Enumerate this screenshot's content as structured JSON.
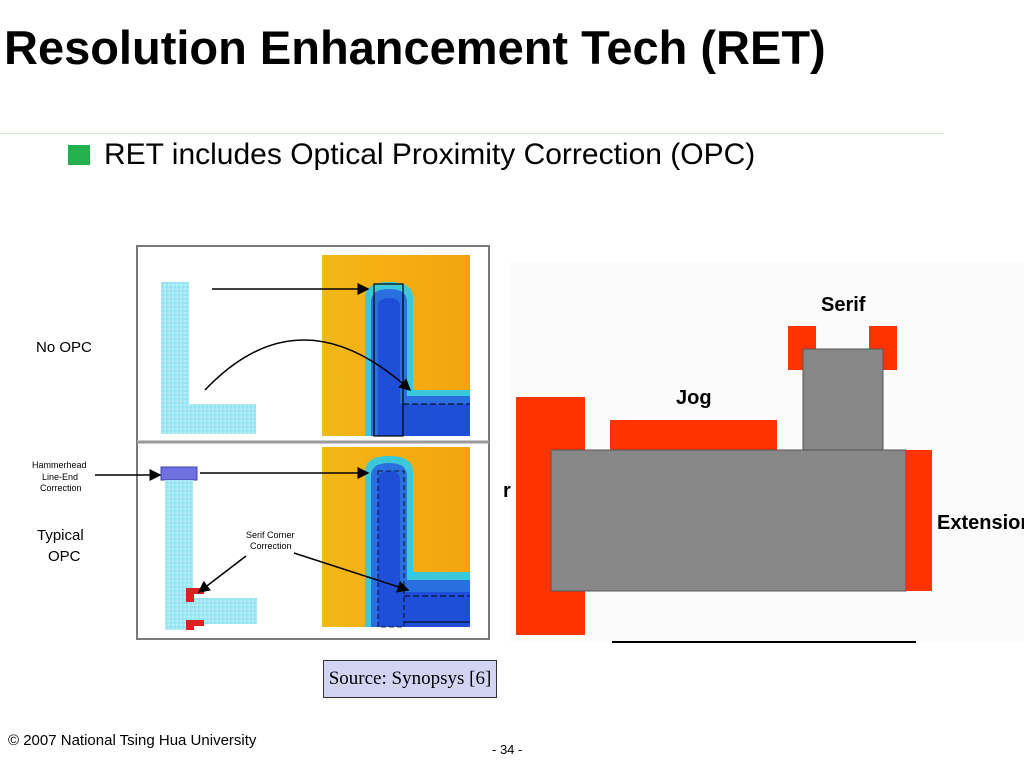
{
  "slide": {
    "title": "Resolution Enhancement Tech (RET)",
    "bullet": "RET includes Optical Proximity Correction (OPC)",
    "source": "Source: Synopsys [6]",
    "footer_copyright": "© 2007 National Tsing Hua University",
    "page_number": "- 34 -"
  },
  "opc_panel": {
    "label_no_opc": "No OPC",
    "label_hammerhead": [
      "Hammerhead",
      "Line-End",
      "Correction"
    ],
    "label_typical": [
      "Typical",
      "OPC"
    ],
    "label_serif_corner": [
      "Serif Corner",
      "Correction"
    ]
  },
  "shape_diagram": {
    "label_serif": "Serif",
    "label_jog": "Jog",
    "label_extension": "Extension",
    "label_partial": "r"
  },
  "colors": {
    "accent_bullet": "#22b14c",
    "opc_red": "#ff3300",
    "shape_gray": "#888888",
    "source_box": "#d3d3f3"
  }
}
